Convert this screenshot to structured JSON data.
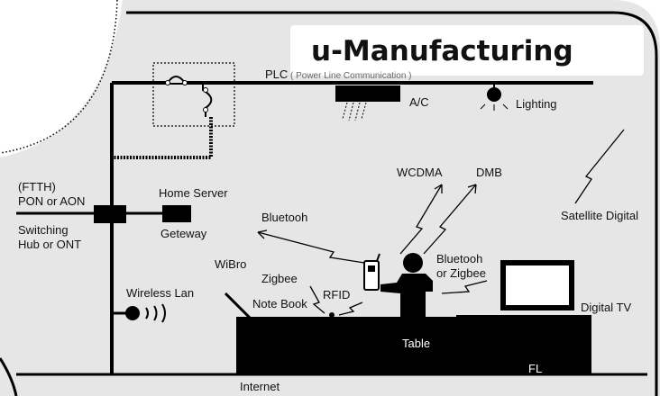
{
  "title": "u-Manufacturing",
  "colors": {
    "panel": "#e6e6e6",
    "ink": "#111111",
    "frame": "#000000"
  },
  "labels": {
    "plc": "PLC",
    "plc_sub": "( Power Line Communication )",
    "ac": "A/C",
    "lighting": "Lighting",
    "ftth": "(FTTH)",
    "pon": "PON or AON",
    "home_server": "Home Server",
    "geteway": "Geteway",
    "switching": "Switching",
    "hub": "Hub or ONT",
    "bluetooh": "Bluetooh",
    "wcdma": "WCDMA",
    "dmb": "DMB",
    "satellite": "Satellite Digital",
    "wibro": "WiBro",
    "zigbee": "Zigbee",
    "bluetooh_or": "Bluetooh",
    "or_zigbee": "or Zigbee",
    "rfid": "RFID",
    "wireless_lan": "Wireless Lan",
    "notebook": "Note Book",
    "digital_tv": "Digital TV",
    "table": "Table",
    "fl": "FL",
    "internet": "Internet"
  }
}
